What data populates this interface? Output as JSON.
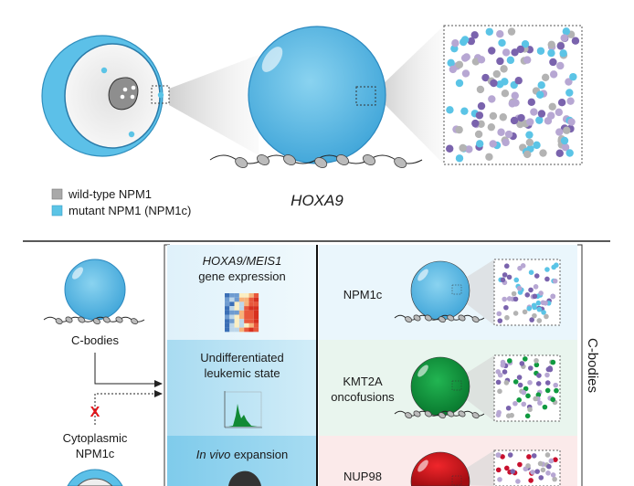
{
  "top": {
    "legend": [
      {
        "label": "wild-type NPM1",
        "color": "#a9a9a9"
      },
      {
        "label": "mutant NPM1 (NPM1c)",
        "color": "#5bc4e6"
      }
    ],
    "gene_label": "HOXA9"
  },
  "bottom": {
    "left": {
      "cbodies_label": "C-bodies",
      "cyto_label_line1": "Cytoplasmic",
      "cyto_label_line2": "NPM1c",
      "blocked_mark": "X"
    },
    "outcomes": [
      {
        "line1_italic": "HOXA9/MEIS1",
        "line2": "gene expression",
        "icon": "heatmap-icon"
      },
      {
        "line1": "Undifferentiated",
        "line2": "leukemic state",
        "icon": "histogram-icon"
      },
      {
        "line1_italic": "In vivo",
        "line1_rest": " expansion",
        "icon": "mouse-icon"
      }
    ],
    "drivers": [
      {
        "line1": "NPM1c",
        "line2": "",
        "color": "#4fb3e0",
        "bg": "#eaf6fc"
      },
      {
        "line1": "KMT2A",
        "line2": "oncofusions",
        "color": "#0e9a3c",
        "bg": "#e9f5ee"
      },
      {
        "line1": "NUP98",
        "line2": "",
        "color": "#d8141c",
        "bg": "#fbeaea"
      }
    ],
    "group_label": "C-bodies"
  },
  "colors": {
    "cyan": "#5bc4e6",
    "purple": "#7a63ad",
    "lilac": "#b7a7d3",
    "gray": "#b3b3b3",
    "green": "#109a40",
    "red": "#c8102e"
  }
}
